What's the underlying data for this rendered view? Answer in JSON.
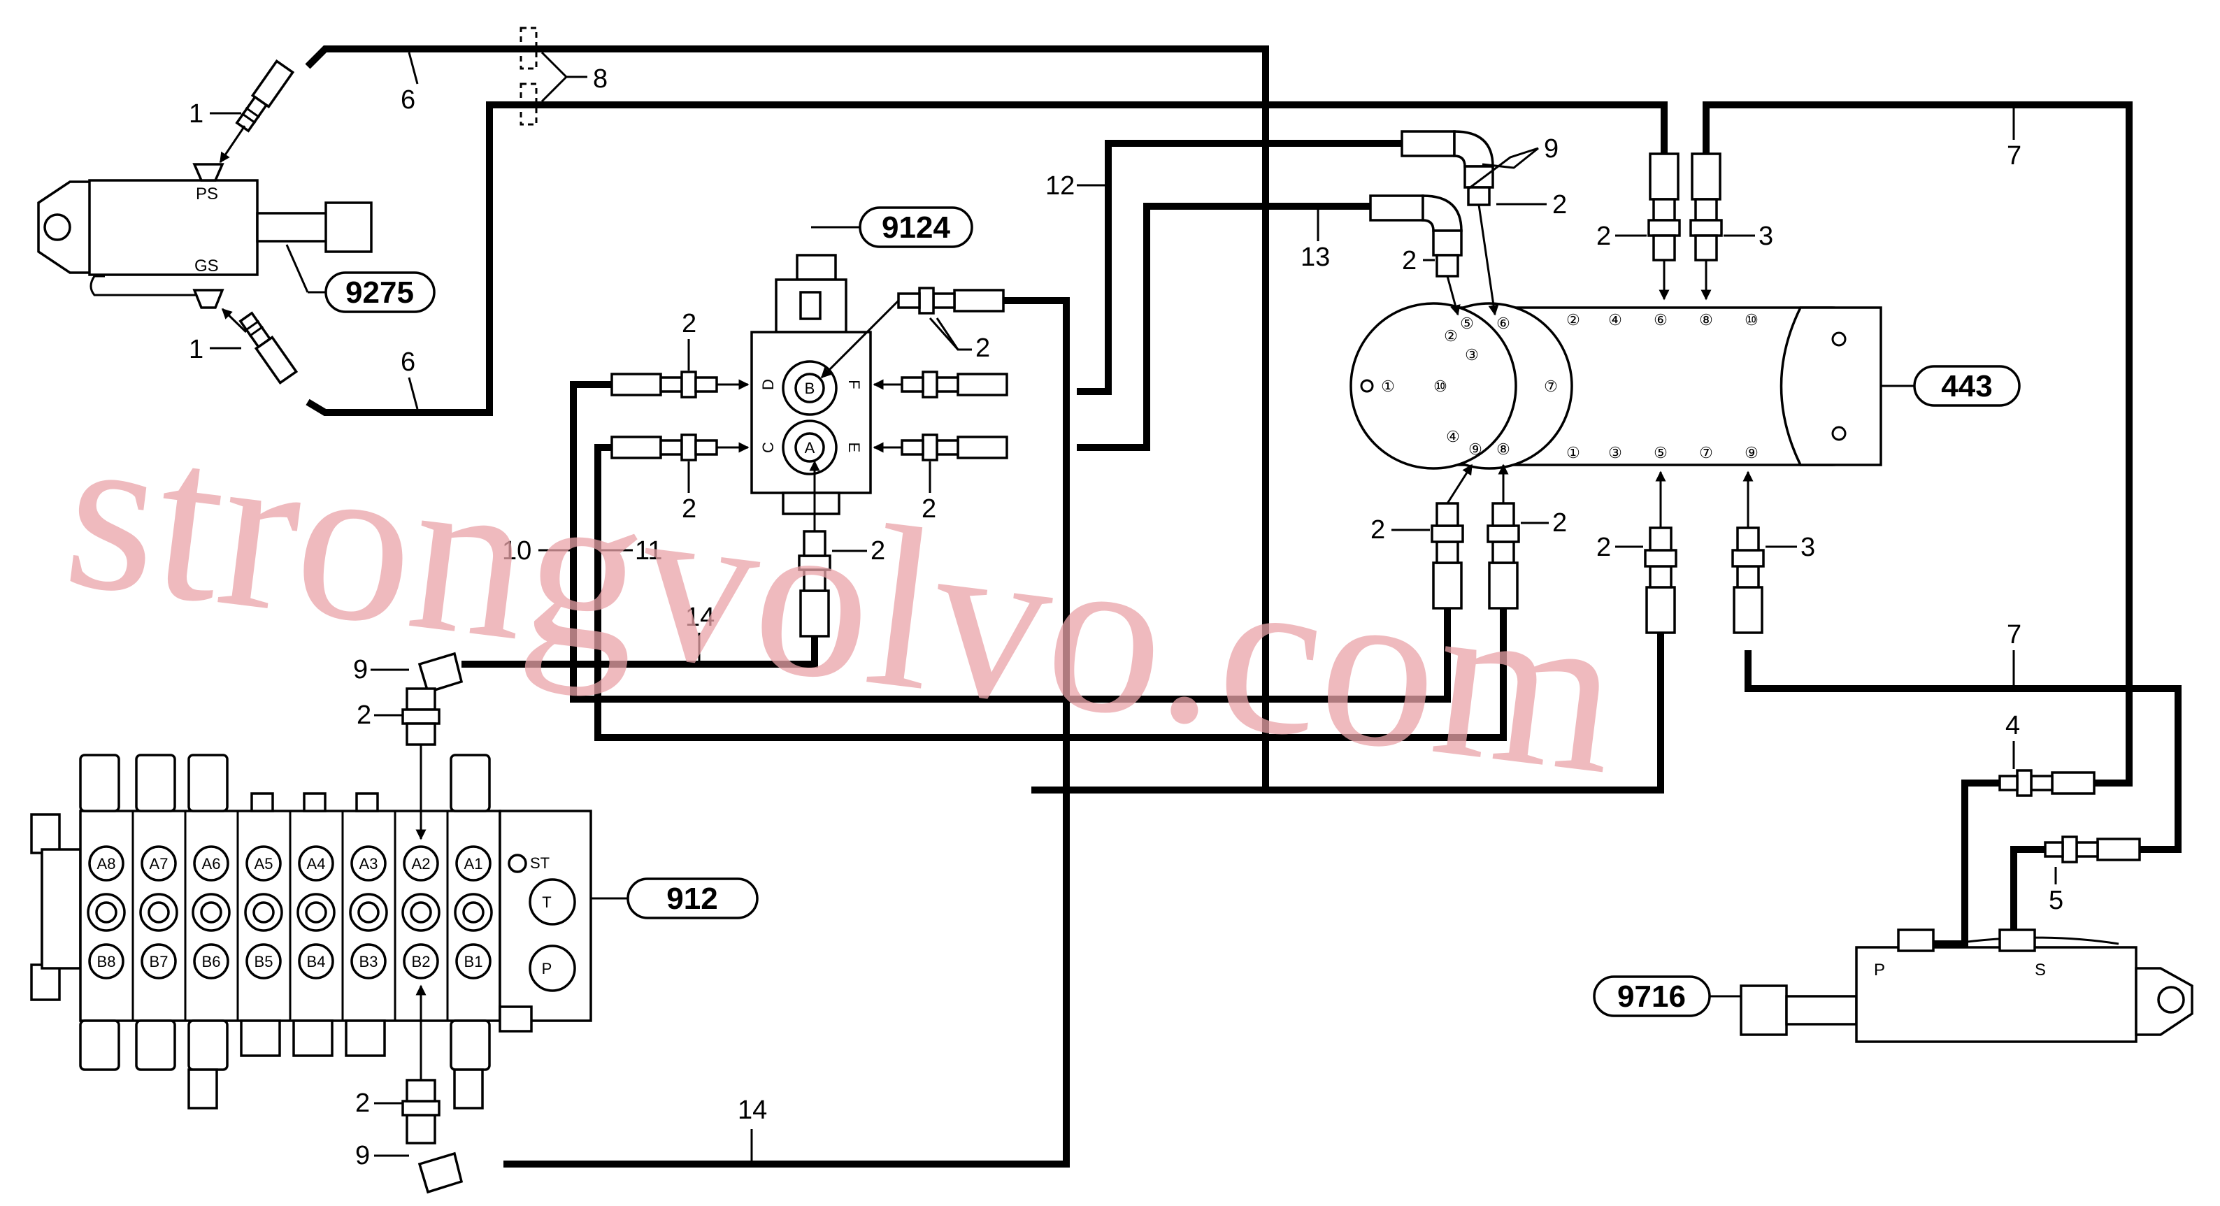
{
  "components": {
    "c9275": "9275",
    "c9124": "9124",
    "c443": "443",
    "c912": "912",
    "c9716": "9716"
  },
  "cyl9275_ports": [
    "PS",
    "GS"
  ],
  "cyl9716_ports": [
    "P",
    "S"
  ],
  "valve9124_ports": [
    "B",
    "A",
    "D",
    "C",
    "F",
    "E"
  ],
  "block912": {
    "a_ports": [
      "A8",
      "A7",
      "A6",
      "A5",
      "A4",
      "A3",
      "A2",
      "A1"
    ],
    "b_ports": [
      "B8",
      "B7",
      "B6",
      "B5",
      "B4",
      "B3",
      "B2",
      "B1"
    ],
    "right_ports": [
      "ST",
      "T",
      "P"
    ]
  },
  "swivel443_ports": {
    "rotor": [
      "①",
      "②",
      "③",
      "④",
      "⑤",
      "⑥",
      "⑦",
      "⑧",
      "⑨",
      "⑩"
    ],
    "top_row": [
      "②",
      "④",
      "⑥",
      "⑧",
      "⑩"
    ],
    "bottom_row": [
      "①",
      "③",
      "⑤",
      "⑦",
      "⑨"
    ]
  },
  "item_numbers": [
    "1",
    "2",
    "3",
    "4",
    "5",
    "6",
    "7",
    "8",
    "9",
    "10",
    "11",
    "12",
    "13",
    "14"
  ],
  "watermark": "strongvolvo.com"
}
